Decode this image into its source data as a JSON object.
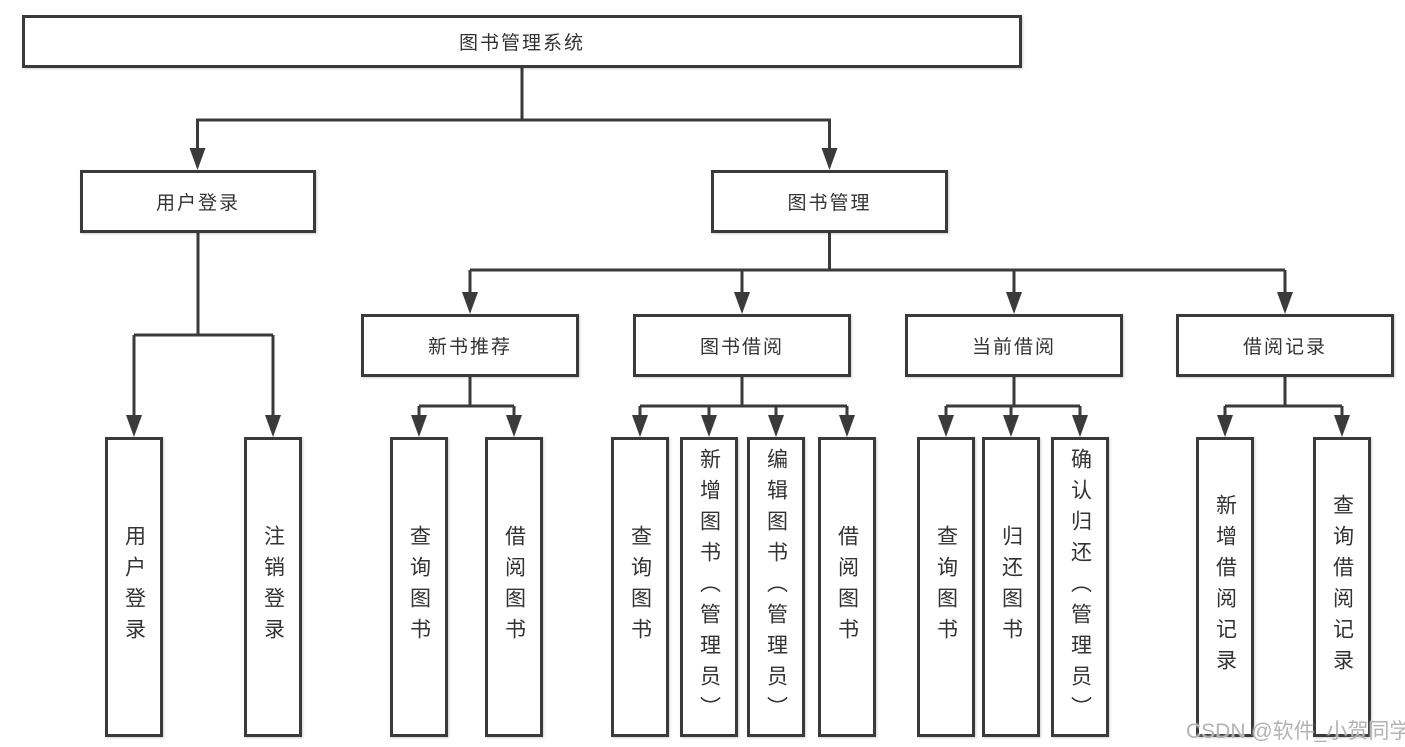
{
  "colors": {
    "line": "#3a3a3a",
    "text": "#333333",
    "box_bg": "#ffffff",
    "watermark": "#b3b3b3"
  },
  "diagram": {
    "root": "图书管理系统",
    "level1": [
      "用户登录",
      "图书管理"
    ],
    "level2": [
      "新书推荐",
      "图书借阅",
      "当前借阅",
      "借阅记录"
    ],
    "leaf_groups": [
      {
        "parent": "用户登录",
        "items": [
          "用户登录",
          "注销登录"
        ]
      },
      {
        "parent": "新书推荐",
        "items": [
          "查询图书",
          "借阅图书"
        ]
      },
      {
        "parent": "图书借阅",
        "items": [
          "查询图书",
          "新增图书（管理员）",
          "编辑图书（管理员）",
          "借阅图书"
        ]
      },
      {
        "parent": "当前借阅",
        "items": [
          "查询图书",
          "归还图书",
          "确认归还（管理员）"
        ]
      },
      {
        "parent": "借阅记录",
        "items": [
          "新增借阅记录",
          "查询借阅记录"
        ]
      }
    ]
  },
  "watermark": "CSDN @软件_小贺同学"
}
